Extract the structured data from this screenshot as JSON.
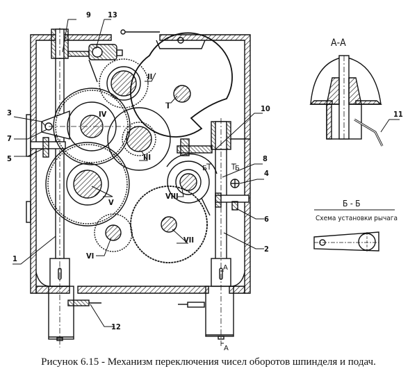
{
  "caption": "Рисунок 6.15 - Механизм переключения чисел оборотов шпинделя и подач.",
  "section_aa": {
    "title": "А-А",
    "callout": "11"
  },
  "section_bb": {
    "title": "Б - Б",
    "subtitle": "Схема установки рычага"
  },
  "main_view": {
    "callouts": {
      "c1": "1",
      "c2": "2",
      "c3": "3",
      "c4": "4",
      "c5": "5",
      "c6": "6",
      "c7": "7",
      "c8": "8",
      "c9": "9",
      "c10": "10",
      "c12": "12",
      "c13": "13"
    },
    "shafts": {
      "I": "I",
      "II": "II",
      "III": "III",
      "IV": "IV",
      "V": "V",
      "VI": "VI",
      "VII": "VII",
      "VIII": "VIII"
    },
    "section_marks": {
      "a_top": "А",
      "a_bottom": "А",
      "b_left": "Б",
      "b_right": "Б"
    }
  }
}
